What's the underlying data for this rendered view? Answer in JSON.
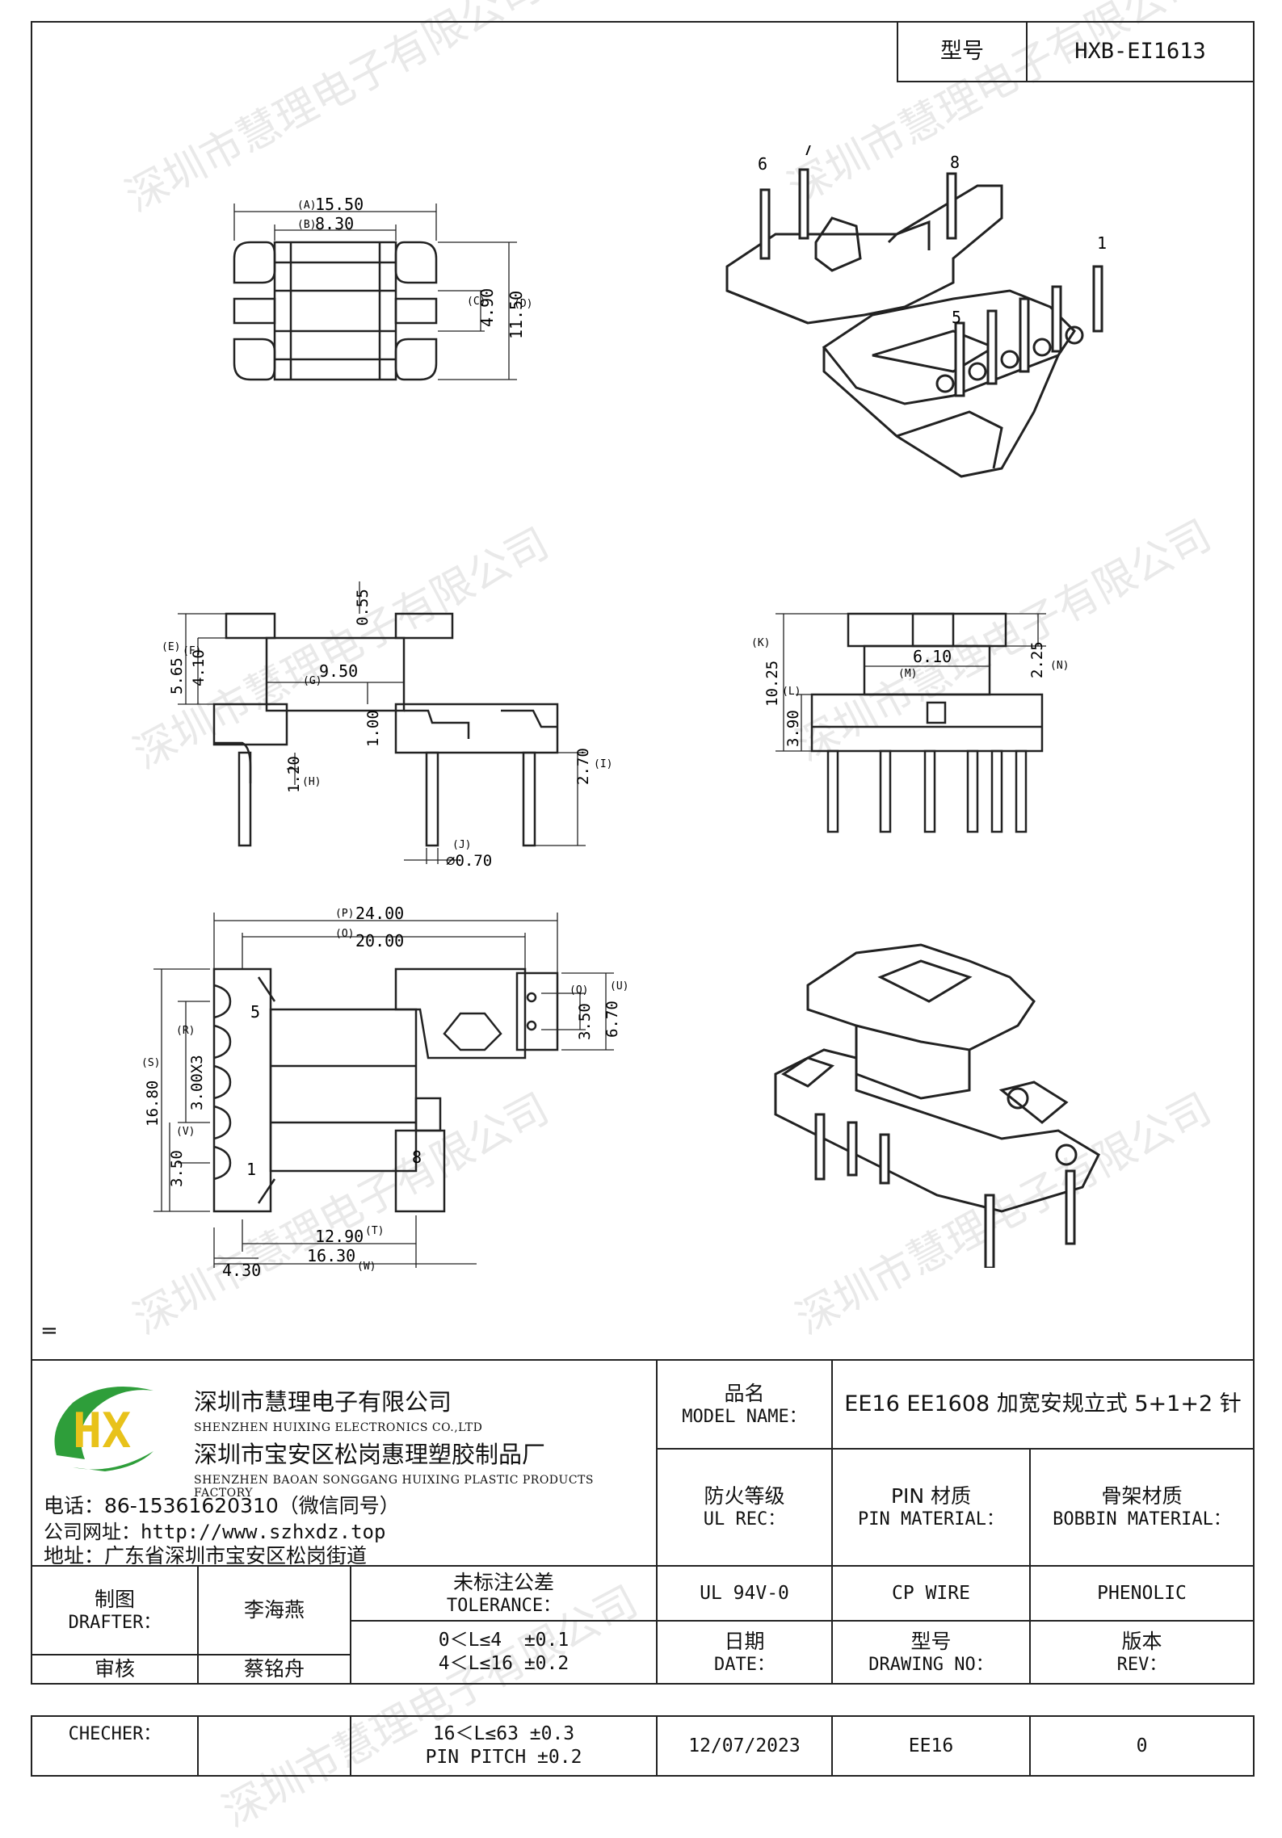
{
  "header": {
    "model_label": "型号",
    "model_value": "HXB-EI1613"
  },
  "watermark": "深圳市慧理电子有限公司",
  "pins": {
    "p1": "1",
    "p5": "5",
    "p6": "6",
    "p7": "7",
    "p8": "8"
  },
  "dimensions": {
    "top": {
      "a_label": "(A)",
      "a": "15.50",
      "b_label": "(B)",
      "b": "8.30",
      "c_label": "(C)",
      "c": "4.90",
      "d_label": "(D)",
      "d": "11.50"
    },
    "side": {
      "e_label": "(E)",
      "e": "5.65",
      "f_label": "(F)",
      "f": "4.10",
      "top_val": "0.55",
      "g_label": "(G)",
      "g": "9.50",
      "mid": "1.00",
      "h_label": "(H)",
      "h": "1.20",
      "i_label": "(I)",
      "i": "2.70",
      "j_label": "(J)",
      "j": "⌀0.70"
    },
    "front": {
      "k_label": "(K)",
      "k": "10.25",
      "l_label": "(L)",
      "l": "3.90",
      "m_label": "(M)",
      "m": "6.10",
      "n_label": "(N)",
      "n": "2.25"
    },
    "bottom": {
      "p_label": "(P)",
      "p": "24.00",
      "o_label": "(O)",
      "o": "20.00",
      "q_label": "(Q)",
      "q": "3.50",
      "u_label": "(U)",
      "u": "6.70",
      "s_label": "(S)",
      "s": "16.80",
      "r_label": "(R)",
      "r": "3.00X3",
      "v_label": "(V)",
      "v": "3.50",
      "t_label": "(T)",
      "t": "12.90",
      "w_label": "(W)",
      "w": "16.30",
      "x": "4.30"
    }
  },
  "note_mark": "=",
  "company": {
    "name_cn": "深圳市慧理电子有限公司",
    "name_en": "SHENZHEN HUIXING ELECTRONICS CO.,LTD",
    "factory_cn": "深圳市宝安区松岗惠理塑胶制品厂",
    "factory_en": "SHENZHEN BAOAN SONGGANG HUIXING PLASTIC PRODUCTS FACTORY",
    "phone": "电话：86-15361620310（微信同号）",
    "website": "公司网址：http://www.szhxdz.top",
    "address": "地址：广东省深圳市宝安区松岗街道",
    "logo_text": "HX"
  },
  "title_block": {
    "product_name_label_cn": "品名",
    "product_name_label_en": "MODEL NAME：",
    "product_name": "EE16 EE1608 加宽安规立式 5+1+2 针",
    "fire_label_cn": "防火等级",
    "fire_label_en": "UL REC：",
    "pin_label_cn": "PIN 材质",
    "pin_label_en": "PIN MATERIAL：",
    "bobbin_label_cn": "骨架材质",
    "bobbin_label_en": "BOBBIN MATERIAL：",
    "drafter_label_cn": "制图",
    "drafter_label_en": "DRAFTER：",
    "drafter": "李海燕",
    "tol_label_cn": "未标注公差",
    "tol_label_en": "TOLERANCE：",
    "fire_value": "UL 94V-0",
    "pin_value": "CP WIRE",
    "bobbin_value": "PHENOLIC",
    "tol1": "0＜L≤4  ±0.1",
    "tol2": "4＜L≤16 ±0.2",
    "date_label_cn": "日期",
    "date_label_en": "DATE：",
    "drawing_label_cn": "型号",
    "drawing_label_en": "DRAWING NO：",
    "rev_label_cn": "版本",
    "rev_label_en": "REV：",
    "audit_label": "审核",
    "auditor": "蔡铭舟",
    "checker_label": "CHECHER：",
    "tol3": "16＜L≤63 ±0.3",
    "tol4": "PIN PITCH ±0.2",
    "date": "12/07/2023",
    "drawing_no": "EE16",
    "rev": "0"
  },
  "colors": {
    "logo_green": "#2e9e3a",
    "logo_yellow": "#e8c21a",
    "line": "#222222"
  }
}
